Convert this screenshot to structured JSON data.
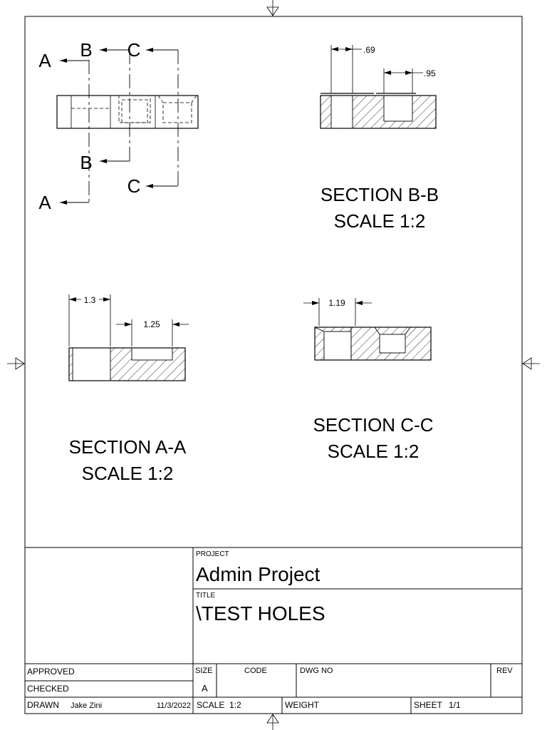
{
  "views": {
    "main": {
      "cut_labels": {
        "a_top": "A",
        "b_top": "B",
        "c_top": "C",
        "b_bottom": "B",
        "c_bottom": "C",
        "a_bottom": "A"
      }
    },
    "section_b": {
      "title": "SECTION B-B",
      "scale": "SCALE 1:2",
      "dims": [
        ".69",
        ".95"
      ]
    },
    "section_a": {
      "title": "SECTION A-A",
      "scale": "SCALE 1:2",
      "dims": [
        "1.3",
        "1.25"
      ]
    },
    "section_c": {
      "title": "SECTION C-C",
      "scale": "SCALE 1:2",
      "dims": [
        "1.19"
      ]
    }
  },
  "title_block": {
    "project_label": "PROJECT",
    "project": "Admin Project",
    "title_label": "TITLE",
    "title": "\\TEST HOLES",
    "approved": "APPROVED",
    "checked": "CHECKED",
    "drawn": "DRAWN",
    "drawn_by": "Jake Zini",
    "drawn_date": "11/3/2022",
    "size_label": "SIZE",
    "size": "A",
    "code_label": "CODE",
    "dwg_no_label": "DWG NO",
    "rev_label": "REV",
    "scale_label": "SCALE",
    "scale": "1:2",
    "weight_label": "WEIGHT",
    "sheet_label": "SHEET",
    "sheet": "1/1"
  }
}
